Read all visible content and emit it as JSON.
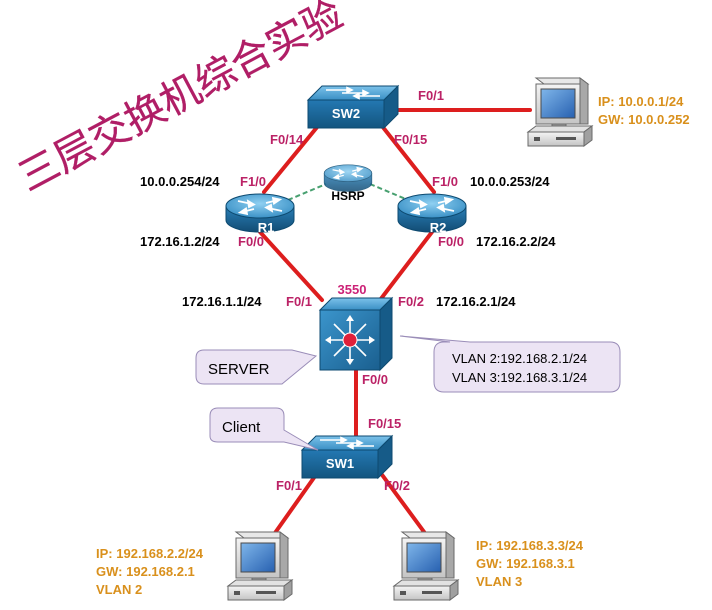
{
  "title": "三层交换机综合实验",
  "colors": {
    "link": "#dd1e1e",
    "port": "#bb2266",
    "addr": "#000000",
    "pc_info": "#d9901c",
    "title": "#b01e66",
    "device_blue": "#1d70a8",
    "callout_fill": "#ece4f4",
    "callout_stroke": "#9a8db8",
    "hsrp_dash": "#48a070"
  },
  "devices": {
    "sw2": "SW2",
    "sw1": "SW1",
    "r1": "R1",
    "r2": "R2",
    "l3": "3550",
    "hsrp": "HSRP"
  },
  "ports": {
    "sw2_f01": "F0/1",
    "sw2_f014": "F0/14",
    "sw2_f015": "F0/15",
    "r1_f10": "F1/0",
    "r2_f10": "F1/0",
    "r1_f00": "F0/0",
    "r2_f00": "F0/0",
    "l3_f01": "F0/1",
    "l3_f02": "F0/2",
    "l3_f00": "F0/0",
    "sw1_f015": "F0/15",
    "sw1_f01": "F0/1",
    "sw1_f02": "F0/2"
  },
  "addresses": {
    "r1_f10": "10.0.0.254/24",
    "r2_f10": "10.0.0.253/24",
    "r1_f00": "172.16.1.2/24",
    "r2_f00": "172.16.2.2/24",
    "l3_f01": "172.16.1.1/24",
    "l3_f02": "172.16.2.1/24"
  },
  "pcs": {
    "top": {
      "ip_label": "IP:",
      "ip": "10.0.0.1/24",
      "gw_label": "GW:",
      "gw": "10.0.0.252"
    },
    "left": {
      "ip_label": "IP:",
      "ip": "192.168.2.2/24",
      "gw_label": "GW:",
      "gw": "192.168.2.1",
      "vlan": "VLAN 2"
    },
    "right": {
      "ip_label": "IP:",
      "ip": "192.168.3.3/24",
      "gw_label": "GW:",
      "gw": "192.168.3.1",
      "vlan": "VLAN 3"
    }
  },
  "callouts": {
    "server": "SERVER",
    "client": "Client",
    "vlan2": "VLAN 2:192.168.2.1/24",
    "vlan3": "VLAN 3:192.168.3.1/24"
  }
}
